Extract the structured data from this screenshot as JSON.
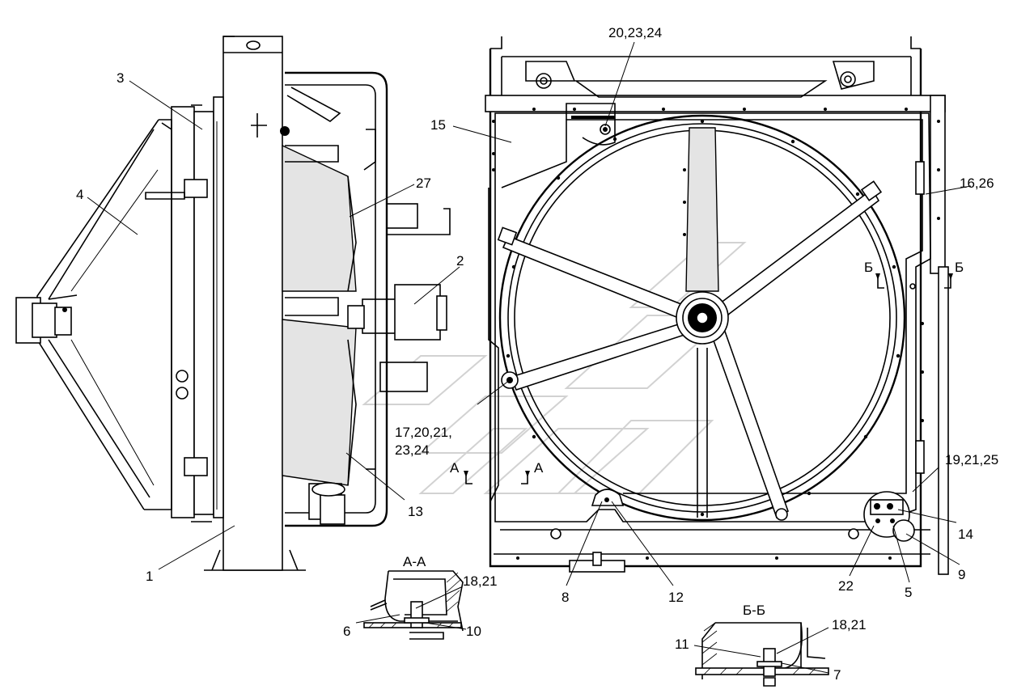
{
  "labels": {
    "l1": "1",
    "l2": "2",
    "l3": "3",
    "l4": "4",
    "l5": "5",
    "l7": "7",
    "l8": "8",
    "l9": "9",
    "l12": "12",
    "l13": "13",
    "l14": "14",
    "l15": "15",
    "l22": "22",
    "l27": "27",
    "l16_26": "16,26",
    "l19_21_25": "19,21,25",
    "l20_23_24": "20,23,24",
    "l17a": "17,20,21,",
    "l17b": "23,24",
    "aa_detail_title": "А-А",
    "aa_6": "6",
    "aa_10": "10",
    "aa_18_21": "18,21",
    "bb_detail_title": "Б-Б",
    "bb_11": "11",
    "bb_7": "7",
    "bb_18_21": "18,21"
  },
  "section_marks": {
    "a_left": "А",
    "a_right": "А",
    "b_left": "Б",
    "b_right": "Б"
  }
}
